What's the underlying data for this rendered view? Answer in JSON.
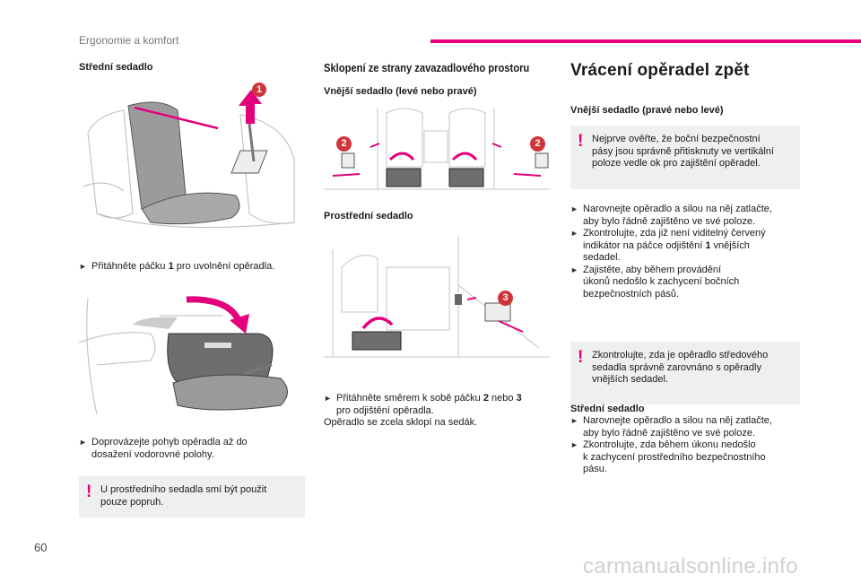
{
  "header": {
    "section": "Ergonomie a komfort"
  },
  "page_number": "60",
  "watermark": "carmanualsonline.info",
  "col1": {
    "title": "Střední sedadlo",
    "fig1_badge": "1",
    "step1": {
      "before": "Přitáhněte páčku ",
      "bold": "1",
      "after": " pro uvolnění opěradla."
    },
    "step2_line1": "Doprovázejte pohyb opěradla až do",
    "step2_line2": "dosažení vodorovné polohy.",
    "warning_line1": "U prostředního sedadla smí být použit",
    "warning_line2": "pouze popruh."
  },
  "col2": {
    "title": "Sklopení ze strany zavazadlového prostoru",
    "sub1": "Vnější sedadlo (levé nebo pravé)",
    "badge2a": "2",
    "badge2b": "2",
    "sub2": "Prostřední sedadlo",
    "badge3": "3",
    "step_p1": "Přitáhněte směrem k sobě páčku ",
    "step_b1": "2",
    "step_p2": " nebo ",
    "step_b2": "3",
    "step_line2": "pro odjištění opěradla.",
    "note": "Opěradlo se zcela sklopí na sedák."
  },
  "col3": {
    "title": "Vrácení opěradel zpět",
    "sub1": "Vnější sedadlo (pravé nebo levé)",
    "warn1_lines": [
      "Nejprve ověřte, že boční bezpečnostní",
      "pásy jsou správně přitisknuty ve vertikální",
      "poloze vedle ok pro zajištění opěradel."
    ],
    "b1_lines": [
      "Narovnejte opěradlo a silou na něj zatlačte,",
      "aby bylo řádně zajištěno ve své poloze."
    ],
    "b2_l1": "Zkontrolujte, zda již není viditelný červený",
    "b2_l2": "indikátor na páčce odjištění ",
    "b2_bold": "1",
    "b2_l2b": " vnějších",
    "b2_l3": "sedadel.",
    "b3_lines": [
      "Zajistěte, aby během provádění",
      "úkonů nedošlo k zachycení bočních",
      "bezpečnostních pásů."
    ],
    "warn2_lines": [
      "Zkontrolujte, zda je opěradlo středového",
      "sedadla správně zarovnáno s opěradly",
      "vnějších sedadel."
    ],
    "sub2": "Střední sedadlo",
    "c1_lines": [
      "Narovnejte opěradlo a silou na něj zatlačte,",
      "aby bylo řádně zajištěno ve své poloze."
    ],
    "c2_lines": [
      "Zkontrolujte, zda během úkonu nedošlo",
      "k zachycení prostředního bezpečnostního",
      "pásu."
    ]
  },
  "colors": {
    "accent": "#e4007c",
    "warning_bg": "#eeefef",
    "badge": "#d0343a"
  },
  "icons": {
    "bullet": "arrow-bullet-icon",
    "warning": "exclamation-icon"
  }
}
